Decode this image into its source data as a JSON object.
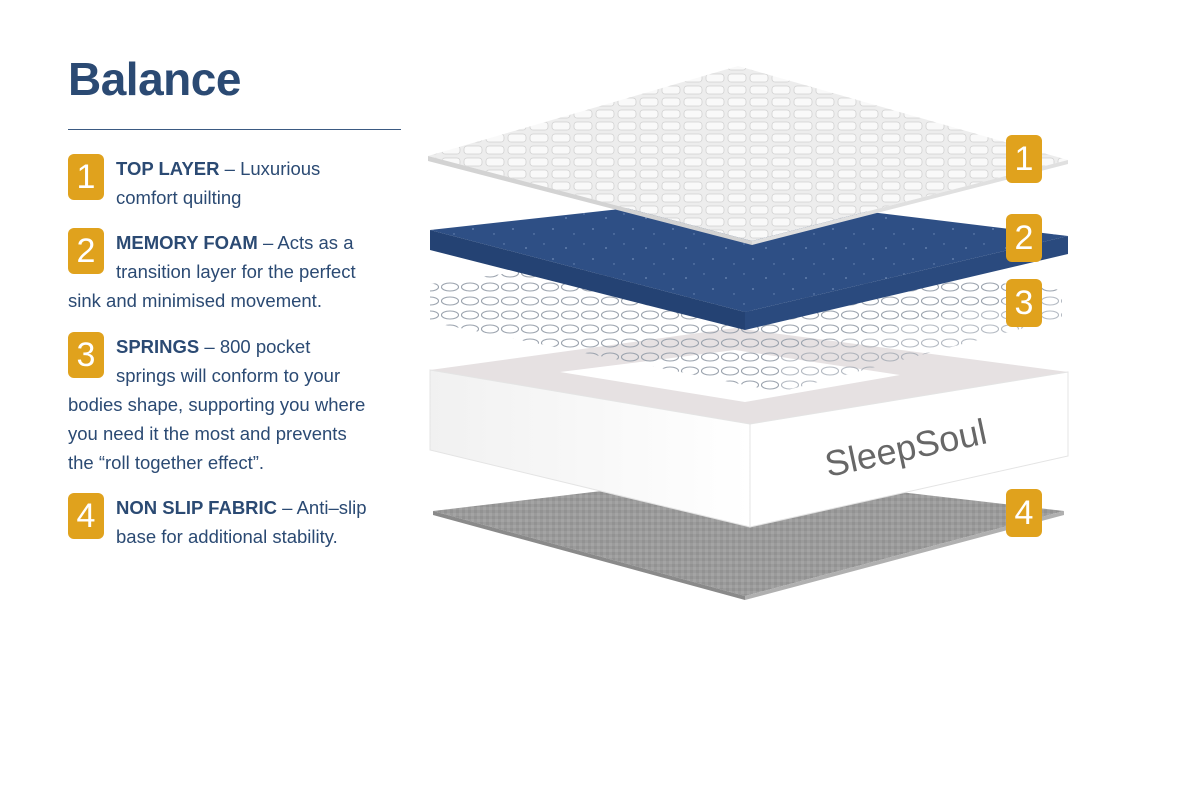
{
  "title": "Balance",
  "features": [
    {
      "number": "1",
      "heading": "TOP LAYER",
      "text": " – Luxurious comfort quilting"
    },
    {
      "number": "2",
      "heading": "MEMORY FOAM",
      "text": " – Acts as a transition layer for the perfect sink and minimised movement."
    },
    {
      "number": "3",
      "heading": "SPRINGS",
      "text": " – 800 pocket springs will conform to your bodies shape, supporting you where you need it the most and prevents the “roll together effect”."
    },
    {
      "number": "4",
      "heading": "NON SLIP FABRIC",
      "text": " – Anti–slip base for additional stability."
    }
  ],
  "diagram": {
    "badges": [
      "1",
      "2",
      "3",
      "4"
    ],
    "brand": "SleepSoul"
  },
  "colors": {
    "accent": "#e0a21d",
    "heading": "#2b4a73",
    "foam": "#2e4f85",
    "base_fabric": "#9a9a9a"
  }
}
